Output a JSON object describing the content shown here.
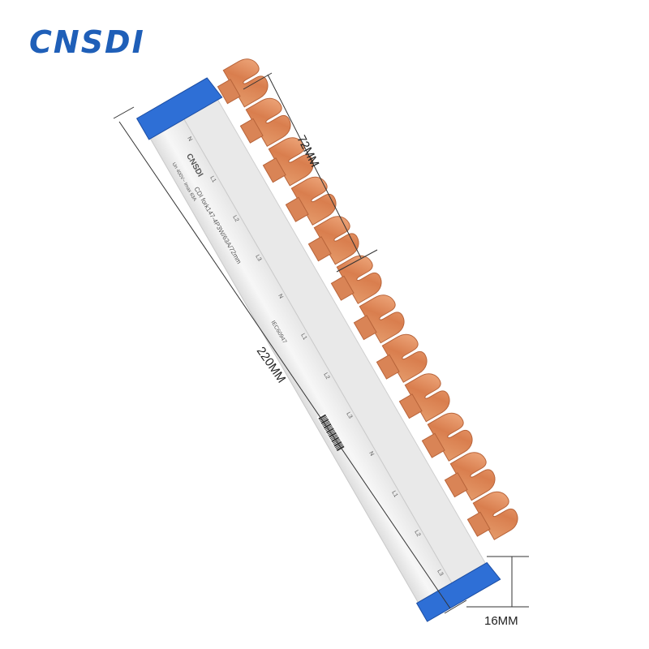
{
  "brand": {
    "logo_text": "CNSDI",
    "brand_color": "#1f5fb8"
  },
  "product": {
    "body_brand": "CNSDI",
    "model_text": "CDI fork147-4P3W/63A/72mm",
    "spec_text": "Un 400V~ Imax 63A",
    "std_text": "IEC60947",
    "terminal_labels": [
      "N",
      "L1",
      "L2",
      "L3"
    ],
    "colors": {
      "housing": "#eeeeee",
      "copper": "#e08a5c",
      "end_cap": "#2e6fd6"
    }
  },
  "dimensions": {
    "pitch_label": "72MM",
    "length_label": "220MM",
    "height_label": "16MM"
  }
}
